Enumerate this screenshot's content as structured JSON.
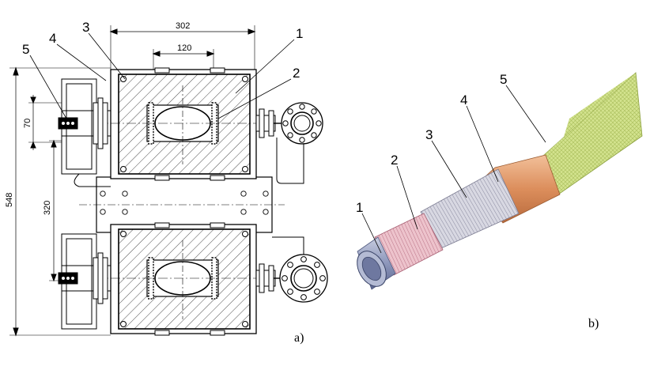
{
  "drawing_a": {
    "caption": "a)",
    "dimensions": {
      "overall_width": "302",
      "inner_width": "120",
      "overall_height": "548",
      "pitch": "320",
      "flange_offset": "70"
    },
    "callouts": [
      "1",
      "2",
      "3",
      "4",
      "5"
    ]
  },
  "drawing_b": {
    "caption": "b)",
    "callouts": [
      "1",
      "2",
      "3",
      "4",
      "5"
    ]
  },
  "colors": {
    "line": "#000000",
    "layer1_pipe": "#8f9bc0",
    "layer2_pink": "#e6b4c0",
    "layer3_braid": "#cfcfda",
    "layer4_copper": "#e29a6a",
    "layer5_green": "#cfe08a"
  }
}
